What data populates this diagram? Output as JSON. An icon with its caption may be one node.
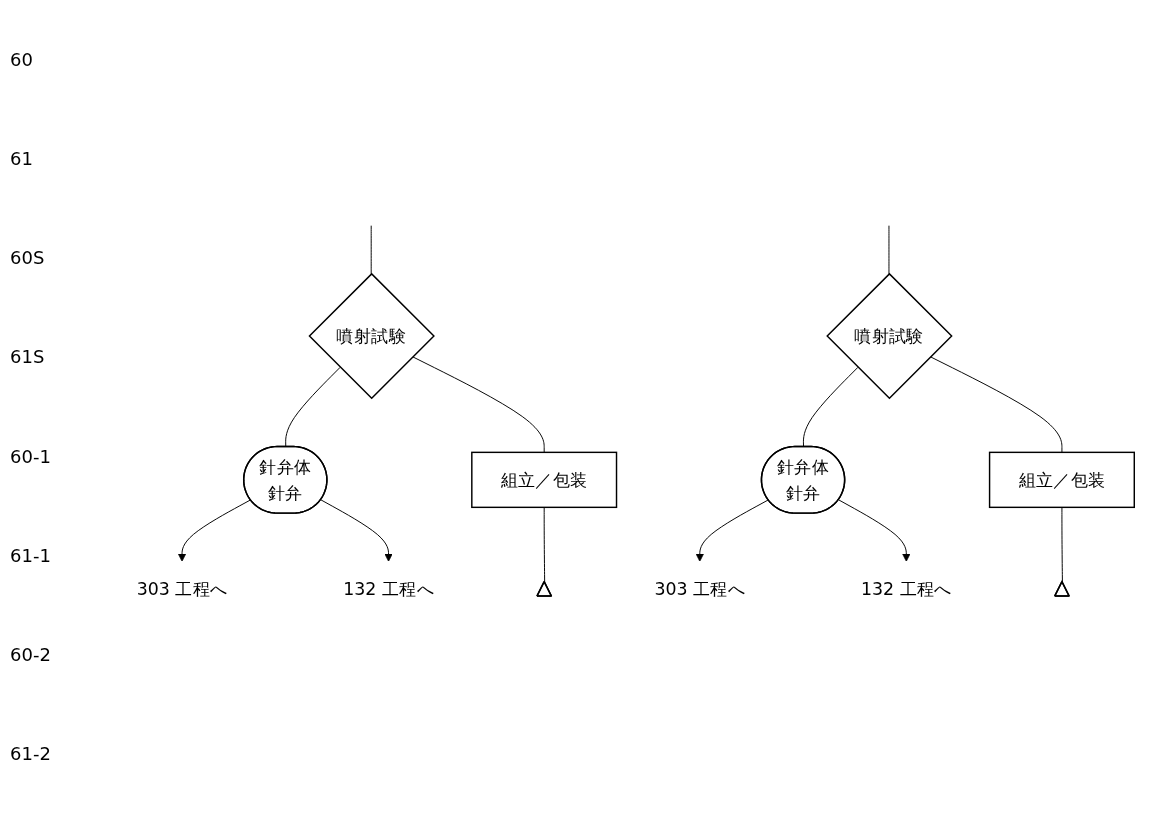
{
  "diagram": {
    "nodes": [
      {
        "text": [
          "噴射試験"
        ]
      },
      {
        "text": [
          "針弁体",
          "針弁"
        ]
      },
      {
        "text": [
          "303 工程へ"
        ]
      },
      {
        "text": [
          "132 工程へ"
        ]
      },
      {
        "text": [
          "組立／包装"
        ]
      },
      {
        "text": [],
        "shape": "triangle"
      },
      {
        "text": [
          "噴射試験"
        ]
      },
      {
        "text": [
          "針弁体",
          "針弁"
        ]
      },
      {
        "text": [
          "303 工程へ"
        ]
      },
      {
        "text": [
          "132 工程へ"
        ]
      },
      {
        "text": [
          "組立／包装"
        ]
      },
      {
        "text": [],
        "shape": "triangle"
      }
    ],
    "edges": [
      {
        "from": null,
        "to": 0,
        "arrow": "none"
      },
      {
        "from": 0,
        "to": 1,
        "arrow": "none"
      },
      {
        "from": 0,
        "to": 4,
        "arrow": "none"
      },
      {
        "from": 1,
        "to": 2,
        "arrow": "to"
      },
      {
        "from": 1,
        "to": 3,
        "arrow": "to"
      },
      {
        "from": 4,
        "to": 5,
        "arrow": "none"
      },
      {
        "from": null,
        "to": 6,
        "arrow": "none"
      },
      {
        "from": 6,
        "to": 7,
        "arrow": "none"
      },
      {
        "from": 6,
        "to": 10,
        "arrow": "none"
      },
      {
        "from": 7,
        "to": 8,
        "arrow": "to"
      },
      {
        "from": 7,
        "to": 9,
        "arrow": "to"
      },
      {
        "from": 10,
        "to": 11,
        "arrow": "none"
      }
    ],
    "labels": [
      "60",
      "61",
      "60S",
      "61S",
      "60-1",
      "61-1",
      "60-2",
      "61-2"
    ]
  }
}
